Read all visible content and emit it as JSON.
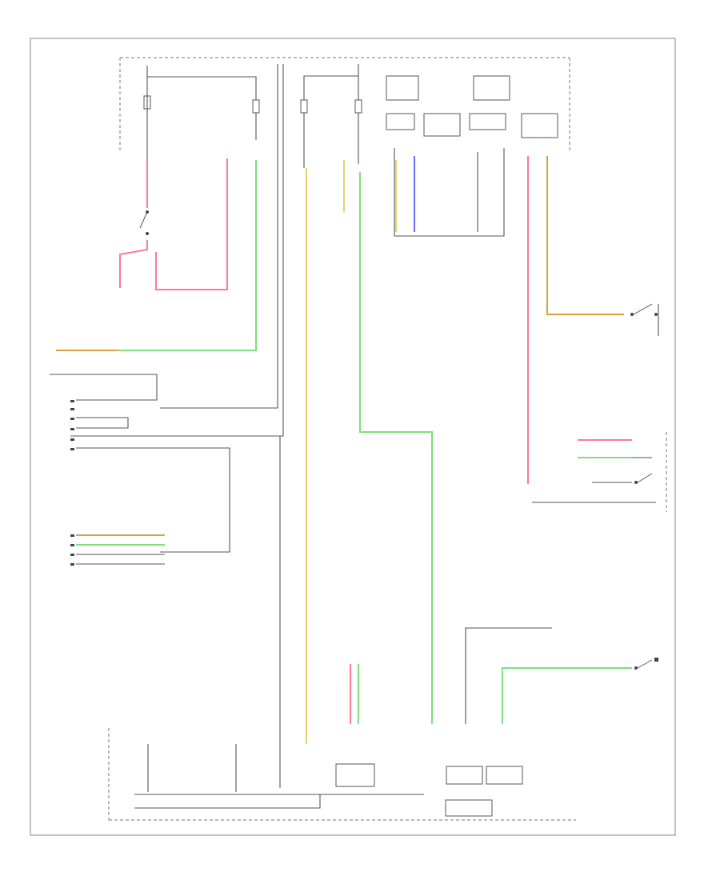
{
  "diagram": {
    "footer_code": "",
    "colors": {
      "wire_black": "#555555",
      "wire_pink": "#ff7a90",
      "wire_green": "#7ee07e",
      "wire_yellow": "#e8d070",
      "wire_orange": "#d8a040",
      "wire_blue": "#6a6aff",
      "box_border": "#555555",
      "frame": "#999999"
    },
    "components": [
      {
        "id": "fuse-1",
        "label": ""
      },
      {
        "id": "fuse-2",
        "label": ""
      },
      {
        "id": "fuse-3",
        "label": ""
      },
      {
        "id": "fuse-4",
        "label": ""
      },
      {
        "id": "hood-switch",
        "label": ""
      },
      {
        "id": "ground-left",
        "label": ""
      },
      {
        "id": "rear-window-junction",
        "label": ""
      },
      {
        "id": "left-body-connector",
        "label": ""
      },
      {
        "id": "steering-column-connector",
        "label": ""
      },
      {
        "id": "door-switch-assy",
        "label": ""
      },
      {
        "id": "door-lock-switch",
        "label": ""
      },
      {
        "id": "pressure-switch",
        "label": ""
      },
      {
        "id": "ecu-lower",
        "label": ""
      },
      {
        "id": "combination-meter",
        "label": ""
      },
      {
        "id": "junction-connectors",
        "label": ""
      }
    ]
  }
}
